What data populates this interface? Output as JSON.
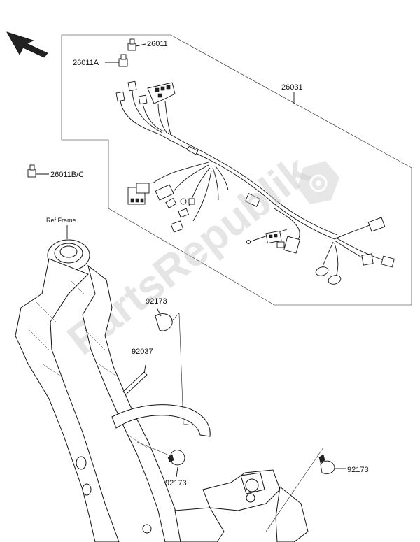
{
  "labels": {
    "p26011": "26011",
    "p26011A": "26011A",
    "p26031": "26031",
    "p26011BC": "26011B/C",
    "ref_frame": "Ref.Frame",
    "p92173_top": "92173",
    "p92037": "92037",
    "p92173_bottom": "92173",
    "p92173_right": "92173"
  },
  "watermark": {
    "text": "PartsRepublik",
    "color": "#cfcfcf"
  },
  "icons": {
    "direction": "front-direction-arrow-icon",
    "gear": "gear-logo-icon"
  },
  "colors": {
    "line": "#111111",
    "background": "#ffffff"
  }
}
